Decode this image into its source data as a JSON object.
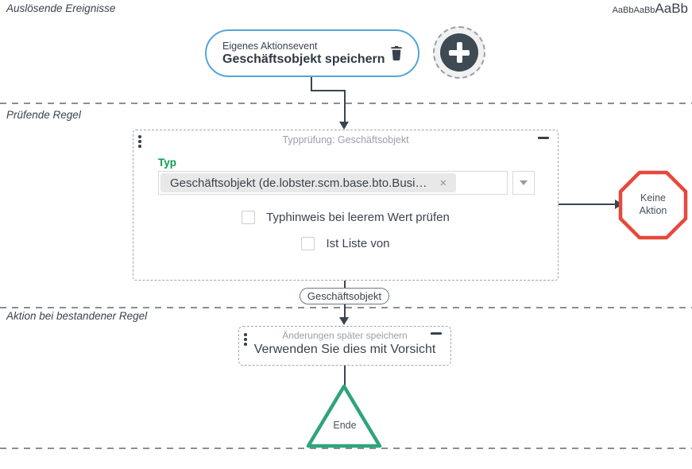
{
  "sections": {
    "events": {
      "label": "Auslösende Ereignisse"
    },
    "rule": {
      "label": "Prüfende Regel"
    },
    "action": {
      "label": "Aktion bei bestandener Regel"
    }
  },
  "font_samples": {
    "small_1": "AaBb",
    "small_2": "AaBb",
    "large": "AaBb"
  },
  "event_node": {
    "subtitle": "Eigenes Aktionsevent",
    "title": "Geschäftsobjekt speichern"
  },
  "rule_node": {
    "header": "Typprüfung: Geschäftsobjekt",
    "type_label": "Typ",
    "type_value": "Geschäftsobjekt (de.lobster.scm.base.bto.Busi…",
    "checkbox_1_label": "Typhinweis bei leerem Wert prüfen",
    "checkbox_1_checked": false,
    "checkbox_2_label": "Ist Liste von",
    "checkbox_2_checked": false
  },
  "no_action_node": {
    "line_1": "Keine",
    "line_2": "Aktion"
  },
  "connector_label": "Geschäftsobjekt",
  "action_node": {
    "header": "Änderungen später speichern",
    "body": "Verwenden Sie dies mit Vorsicht"
  },
  "end_node": {
    "label": "Ende"
  },
  "icons": {
    "remove": "×"
  },
  "colors": {
    "accent_blue": "#53a6d8",
    "accent_green": "#0a9e53",
    "end_green": "#2ea47d",
    "stop_red": "#e6493b",
    "dark_slate": "#39434d",
    "muted_gray": "#99a1a8"
  }
}
